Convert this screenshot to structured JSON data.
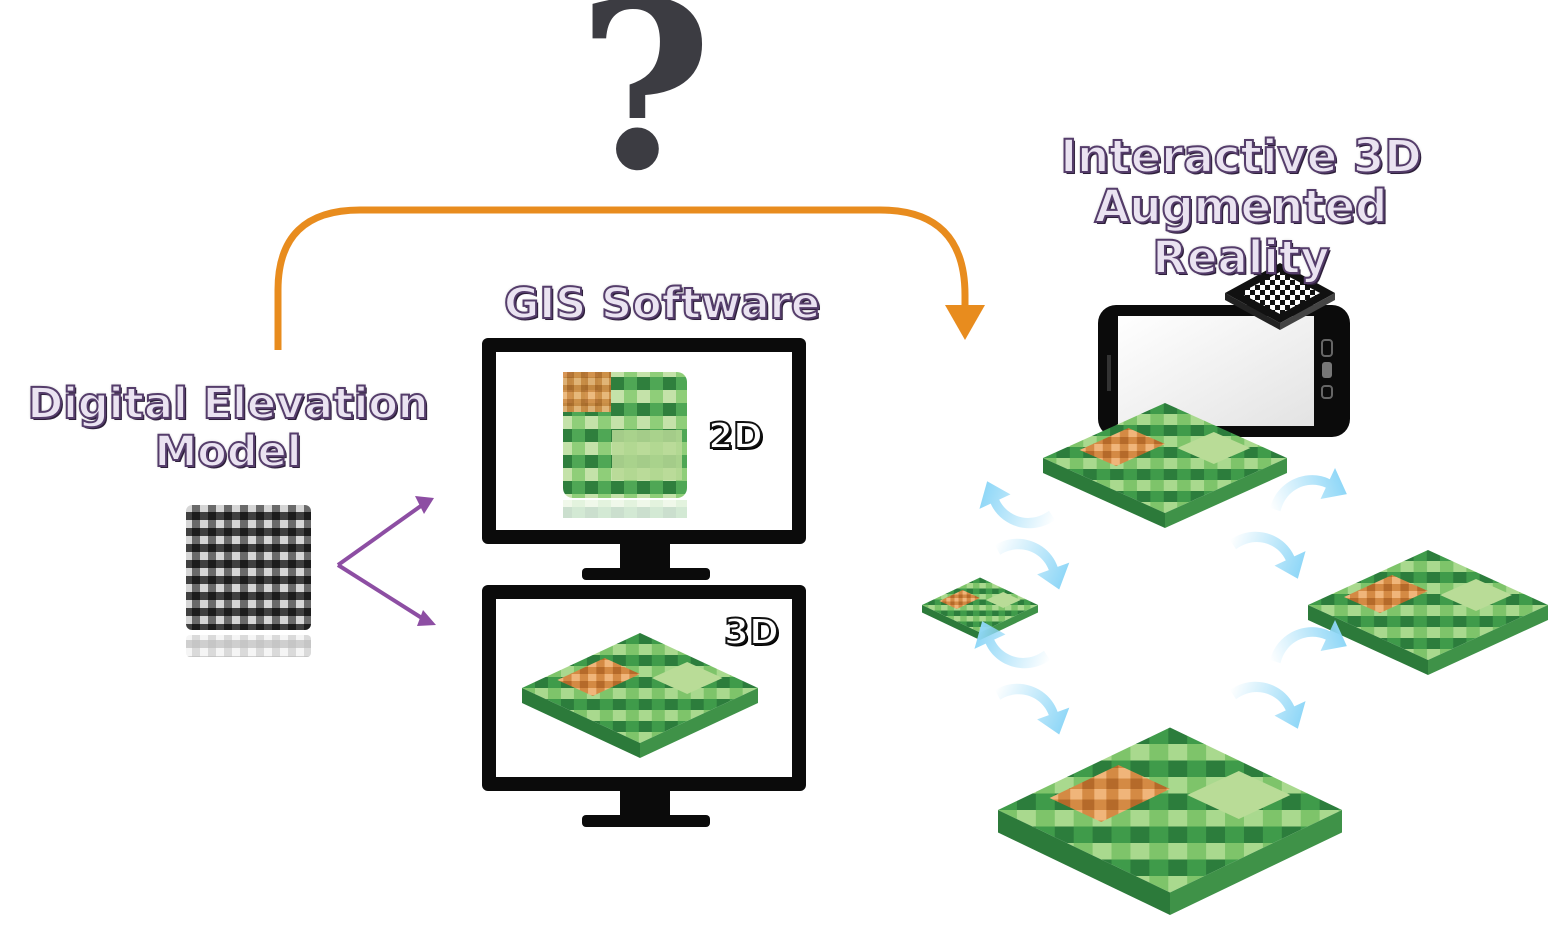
{
  "question": {
    "symbol": "?"
  },
  "labels": {
    "dem": "Digital Elevation\nModel",
    "gis": "GIS Software",
    "ar": "Interactive 3D\nAugmented Reality",
    "view_2d": "2D",
    "view_3d": "3D"
  },
  "colors": {
    "orange_arrow": "#e88c1e",
    "purple_arrows": "#8d4ea3",
    "blue_arrows": "#8fd7f7",
    "monitor": "#0b0b0b",
    "terrain_green": "#3c9a4a",
    "terrain_orange": "#d0853e",
    "label_fill": "#eae3f1",
    "label_outline": "#553d6b"
  },
  "icons": [
    "question-mark-icon",
    "curved-arrow-icon",
    "split-arrow-icon",
    "monitor-icon",
    "smartphone-icon",
    "ar-marker-icon",
    "terrain-model-icon",
    "rotate-arrow-icon"
  ]
}
